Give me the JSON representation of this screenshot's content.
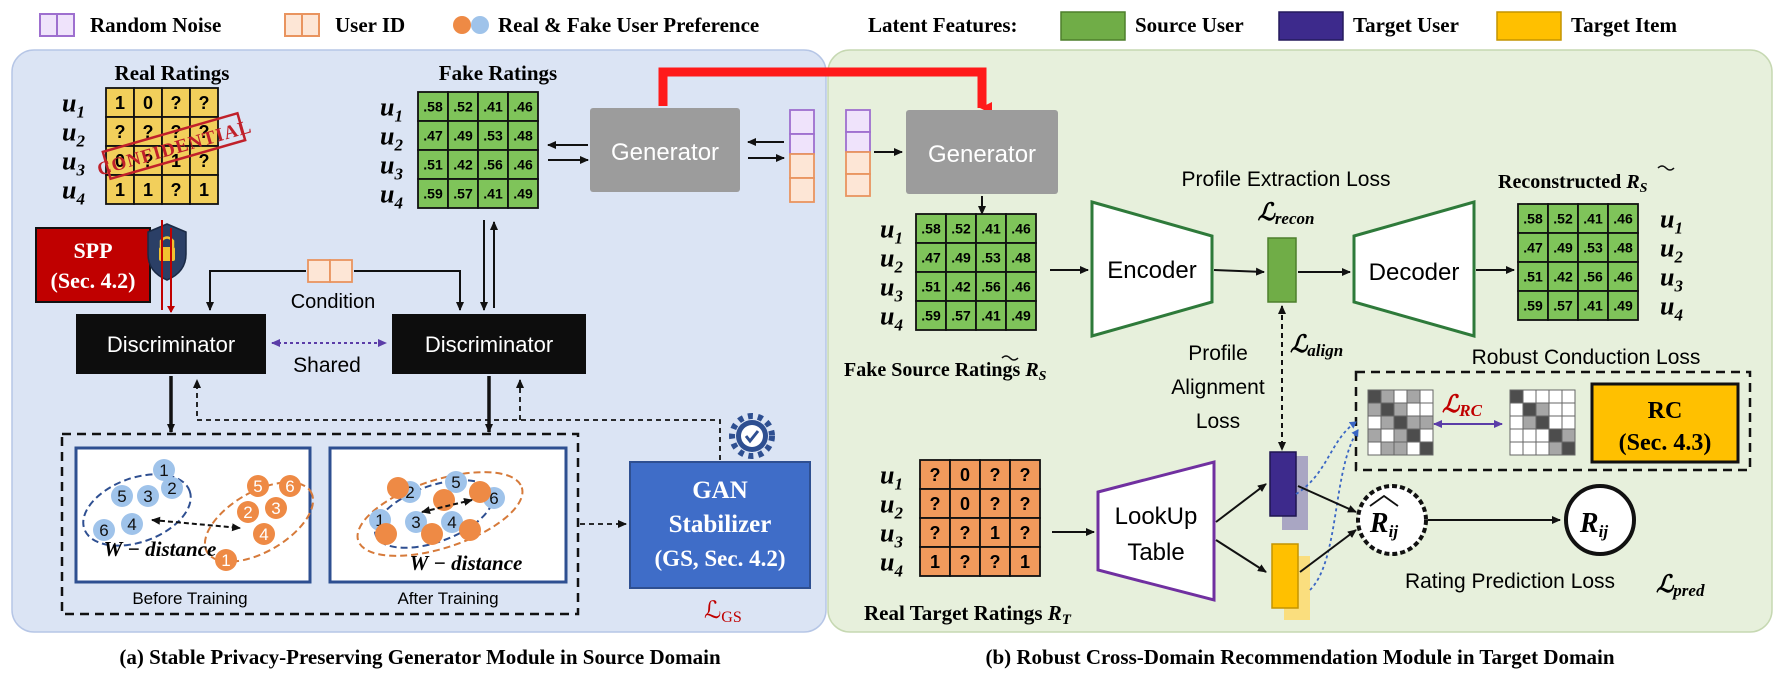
{
  "legend": {
    "random_noise": "Random Noise",
    "user_id": "User ID",
    "preference": "Real & Fake User Preference",
    "latent_features": "Latent Features:",
    "source_user": "Source User",
    "target_user": "Target User",
    "target_item": "Target Item"
  },
  "colors": {
    "left_panel": "#dbe4f4",
    "right_panel": "#e7f0dc",
    "green_cell": "#7fc45a",
    "yellow_cell": "#f2cf5b",
    "orange_cell": "#f19a5c",
    "latent_green": "#70ad47",
    "latent_purple": "#3d2a8c",
    "latent_gold": "#ffc000",
    "noise_purple": "#9e6fcf",
    "id_orange": "#e9945f",
    "generator_gray": "#9c9c9c",
    "gs_blue": "#3f6dc8",
    "red_arrow": "#ff1a1a",
    "encoder_green": "#2e7a3a",
    "lookup_purple": "#7030a0"
  },
  "left": {
    "real_ratings_title": "Real Ratings",
    "real_matrix": [
      [
        "1",
        "0",
        "?",
        "?"
      ],
      [
        "?",
        "?",
        "?",
        "?"
      ],
      [
        "0",
        "?",
        "1",
        "?"
      ],
      [
        "1",
        "1",
        "?",
        "1"
      ]
    ],
    "confidential": "CONFIDENTIAL",
    "fake_ratings_title": "Fake Ratings",
    "fake_matrix": [
      [
        ".58",
        ".52",
        ".41",
        ".46"
      ],
      [
        ".47",
        ".49",
        ".53",
        ".48"
      ],
      [
        ".51",
        ".42",
        ".56",
        ".46"
      ],
      [
        ".59",
        ".57",
        ".41",
        ".49"
      ]
    ],
    "users": [
      "u",
      "u",
      "u",
      "u"
    ],
    "user_subs": [
      "1",
      "2",
      "3",
      "4"
    ],
    "generator": "Generator",
    "spp_line1": "SPP",
    "spp_line2": "(Sec. 4.2)",
    "condition": "Condition",
    "discriminator": "Discriminator",
    "shared": "Shared",
    "before_training": "Before Training",
    "after_training": "After Training",
    "w_distance": "W − distance",
    "gs_line1": "GAN",
    "gs_line2": "Stabilizer",
    "gs_line3": "(GS, Sec. 4.2)",
    "loss_gs_symbol": "ℒ",
    "loss_gs_sub": "GS",
    "caption": "(a) Stable Privacy-Preserving Generator Module in Source Domain"
  },
  "right": {
    "generator": "Generator",
    "fake_matrix": [
      [
        ".58",
        ".52",
        ".41",
        ".46"
      ],
      [
        ".47",
        ".49",
        ".53",
        ".48"
      ],
      [
        ".51",
        ".42",
        ".56",
        ".46"
      ],
      [
        ".59",
        ".57",
        ".41",
        ".49"
      ]
    ],
    "fake_source_label": "Fake Source Ratings ",
    "fake_source_R": "R",
    "fake_source_sub": "S",
    "encoder": "Encoder",
    "decoder": "Decoder",
    "profile_extraction_loss": "Profile Extraction Loss",
    "loss_symbol": "ℒ",
    "recon_sub": "recon",
    "reconstructed_label": "Reconstructed ",
    "reconstructed_R": "R",
    "reconstructed_sub": "S",
    "recon_matrix": [
      [
        ".58",
        ".52",
        ".41",
        ".46"
      ],
      [
        ".47",
        ".49",
        ".53",
        ".48"
      ],
      [
        ".51",
        ".42",
        ".56",
        ".46"
      ],
      [
        ".59",
        ".57",
        ".41",
        ".49"
      ]
    ],
    "profile_alignment_line1": "Profile",
    "profile_alignment_line2": "Alignment",
    "profile_alignment_line3": "Loss",
    "align_sub": "align",
    "robust_conduction_loss": "Robust Conduction Loss",
    "rc_sub": "RC",
    "rc_line1": "RC",
    "rc_line2": "(Sec. 4.3)",
    "target_matrix": [
      [
        "?",
        "0",
        "?",
        "?"
      ],
      [
        "?",
        "0",
        "?",
        "?"
      ],
      [
        "?",
        "?",
        "1",
        "?"
      ],
      [
        "1",
        "?",
        "?",
        "1"
      ]
    ],
    "real_target_label": "Real Target Ratings ",
    "real_target_R": "R",
    "real_target_sub": "T",
    "lookup_line1": "LookUp",
    "lookup_line2": "Table",
    "rhat": "R",
    "rhat_sub": "ij",
    "r": "R",
    "r_sub": "ij",
    "rating_prediction_loss": "Rating Prediction Loss",
    "pred_sub": "pred",
    "caption": "(b) Robust Cross-Domain Recommendation Module in Target Domain"
  }
}
